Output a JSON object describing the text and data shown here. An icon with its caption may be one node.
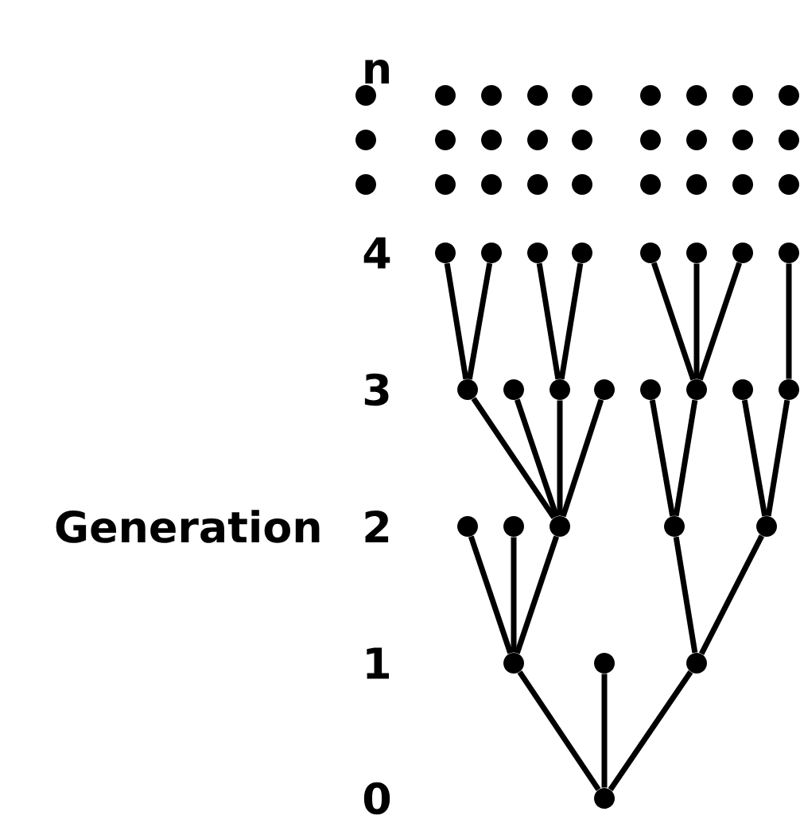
{
  "diagram": {
    "nodes": [
      {
        "text": [],
        "shape": "circle"
      },
      {
        "text": [],
        "shape": "circle"
      },
      {
        "text": [],
        "shape": "circle"
      },
      {
        "text": [],
        "shape": "circle"
      },
      {
        "text": [],
        "shape": "circle"
      },
      {
        "text": [],
        "shape": "circle"
      },
      {
        "text": [],
        "shape": "circle"
      },
      {
        "text": [],
        "shape": "circle"
      },
      {
        "text": [],
        "shape": "circle"
      },
      {
        "text": [],
        "shape": "circle"
      },
      {
        "text": [],
        "shape": "circle"
      },
      {
        "text": [],
        "shape": "circle"
      },
      {
        "text": [],
        "shape": "circle"
      },
      {
        "text": [],
        "shape": "circle"
      },
      {
        "text": [],
        "shape": "circle"
      },
      {
        "text": [],
        "shape": "circle"
      },
      {
        "text": [],
        "shape": "circle"
      },
      {
        "text": [],
        "shape": "circle"
      },
      {
        "text": [],
        "shape": "circle"
      },
      {
        "text": [],
        "shape": "circle"
      },
      {
        "text": [],
        "shape": "circle"
      },
      {
        "text": [],
        "shape": "circle"
      },
      {
        "text": [],
        "shape": "circle"
      },
      {
        "text": [],
        "shape": "circle"
      },
      {
        "text": [],
        "shape": "circle"
      }
    ],
    "edges": [
      {
        "from": 8,
        "to": 0,
        "arrow": "none"
      },
      {
        "from": 8,
        "to": 1,
        "arrow": "none"
      },
      {
        "from": 10,
        "to": 2,
        "arrow": "none"
      },
      {
        "from": 10,
        "to": 3,
        "arrow": "none"
      },
      {
        "from": 13,
        "to": 4,
        "arrow": "none"
      },
      {
        "from": 13,
        "to": 5,
        "arrow": "none"
      },
      {
        "from": 13,
        "to": 6,
        "arrow": "none"
      },
      {
        "from": 15,
        "to": 7,
        "arrow": "none"
      },
      {
        "from": 18,
        "to": 8,
        "arrow": "none"
      },
      {
        "from": 18,
        "to": 9,
        "arrow": "none"
      },
      {
        "from": 18,
        "to": 10,
        "arrow": "none"
      },
      {
        "from": 18,
        "to": 11,
        "arrow": "none"
      },
      {
        "from": 19,
        "to": 12,
        "arrow": "none"
      },
      {
        "from": 19,
        "to": 13,
        "arrow": "none"
      },
      {
        "from": 20,
        "to": 14,
        "arrow": "none"
      },
      {
        "from": 20,
        "to": 15,
        "arrow": "none"
      },
      {
        "from": 21,
        "to": 16,
        "arrow": "none"
      },
      {
        "from": 21,
        "to": 17,
        "arrow": "none"
      },
      {
        "from": 21,
        "to": 18,
        "arrow": "none"
      },
      {
        "from": 23,
        "to": 19,
        "arrow": "none"
      },
      {
        "from": 23,
        "to": 20,
        "arrow": "none"
      },
      {
        "from": 24,
        "to": 21,
        "arrow": "none"
      },
      {
        "from": 24,
        "to": 22,
        "arrow": "none"
      },
      {
        "from": 24,
        "to": 23,
        "arrow": "none"
      }
    ],
    "labels": [
      "n",
      "4",
      "3",
      "Generation",
      "2",
      "1",
      "0"
    ]
  }
}
